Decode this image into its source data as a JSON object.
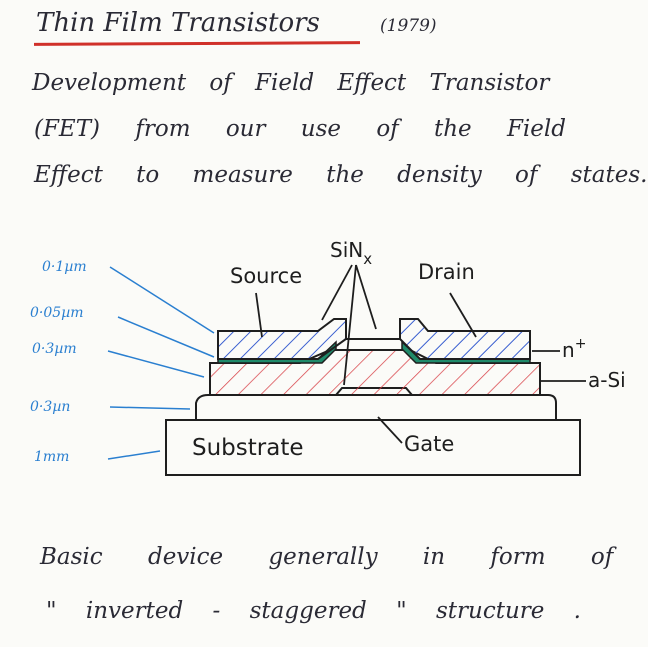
{
  "title": "Thin Film Transistors",
  "year": "(1979)",
  "intro": {
    "line1": "Development of Field Effect Transistor",
    "line2": "(FET) from our use of the Field",
    "line3": "Effect to measure the density of states."
  },
  "diagram": {
    "labels": {
      "sinx": "SiN",
      "sinx_sub": "x",
      "source": "Source",
      "drain": "Drain",
      "nplus": "n",
      "nplus_sup": "+",
      "asi": "a-Si",
      "gate": "Gate",
      "substrate": "Substrate"
    },
    "thicknesses": [
      "0·1µm",
      "0·05µm",
      "0·3µm",
      "0·3µn",
      "1mm"
    ],
    "colors": {
      "hatch_blue": "#3a5fd0",
      "hatch_red": "#d9434a",
      "n_plus": "#1f8a6a",
      "annotation": "#2a7fd0",
      "outline": "#1e1e1e"
    }
  },
  "conclusion": {
    "line1": "Basic device generally in form of",
    "line2": "\" inverted - staggered \" structure ."
  }
}
